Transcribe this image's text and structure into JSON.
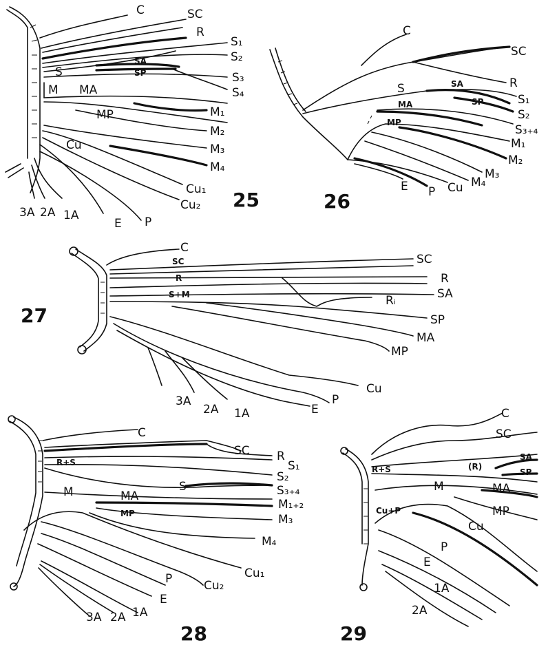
{
  "figures": [
    {
      "number": "25",
      "labels": [
        "C",
        "SC",
        "R",
        "S1",
        "S2",
        "SA",
        "SP",
        "S3",
        "S4",
        "S",
        "M",
        "MA",
        "MP",
        "M1",
        "M2",
        "M3",
        "M4",
        "Cu",
        "Cu1",
        "Cu2",
        "3A",
        "2A",
        "1A",
        "E",
        "P"
      ]
    },
    {
      "number": "26",
      "labels": [
        "C",
        "SC",
        "R",
        "S",
        "SA",
        "SP",
        "S1",
        "S2",
        "MA",
        "S3+4",
        "MP",
        "M1",
        "M2",
        "M3",
        "M4",
        "E",
        "P",
        "Cu"
      ]
    },
    {
      "number": "27",
      "labels": [
        "C",
        "SC",
        "SC",
        "R",
        "R",
        "S+M",
        "Ri",
        "SA",
        "SP",
        "MA",
        "MP",
        "Cu",
        "3A",
        "2A",
        "1A",
        "E",
        "P"
      ]
    },
    {
      "number": "28",
      "labels": [
        "C",
        "SC",
        "R+S",
        "R",
        "S1",
        "S",
        "S2",
        "S3+4",
        "M",
        "MA",
        "M1+2",
        "MP",
        "M3",
        "M4",
        "P",
        "E",
        "Cu2",
        "Cu1",
        "3A",
        "2A",
        "1A"
      ]
    },
    {
      "number": "29",
      "labels": [
        "C",
        "SC",
        "R+S",
        "(R)",
        "SA",
        "SP",
        "M",
        "MA",
        "MP",
        "Cu+P",
        "Cu",
        "P",
        "E",
        "1A",
        "2A"
      ]
    }
  ],
  "display": {
    "f25": {
      "C": "C",
      "SC": "SC",
      "R": "R",
      "S1": "S₁",
      "S2": "S₂",
      "SA": "SA",
      "SP": "SP",
      "S3": "S₃",
      "S4": "S₄",
      "S": "S",
      "M": "M",
      "MA": "MA",
      "MP": "MP",
      "M1": "M₁",
      "M2": "M₂",
      "M3": "M₃",
      "M4": "M₄",
      "Cu": "Cu",
      "Cu1": "Cu₁",
      "Cu2": "Cu₂",
      "A3": "3A",
      "A2": "2A",
      "A1": "1A",
      "E": "E",
      "P": "P",
      "num": "25"
    },
    "f26": {
      "C": "C",
      "SC": "SC",
      "R": "R",
      "S": "S",
      "SA": "SA",
      "SP": "SP",
      "S1": "S₁",
      "S2": "S₂",
      "MA": "MA",
      "S34": "S₃₊₄",
      "MP": "MP",
      "M1": "M₁",
      "M2": "M₂",
      "M3": "M₃",
      "M4": "M₄",
      "E": "E",
      "P": "P",
      "Cu": "Cu",
      "num": "26"
    },
    "f27": {
      "C": "C",
      "SCa": "SC",
      "SCb": "SC",
      "Ra": "R",
      "Rb": "R",
      "SM": "S+M",
      "Ri": "Rᵢ",
      "SA": "SA",
      "SP": "SP",
      "MA": "MA",
      "MP": "MP",
      "Cu": "Cu",
      "A3": "3A",
      "A2": "2A",
      "A1": "1A",
      "E": "E",
      "P": "P",
      "num": "27"
    },
    "f28": {
      "C": "C",
      "SC": "SC",
      "RS": "R+S",
      "R": "R",
      "S1": "S₁",
      "S": "S",
      "S2": "S₂",
      "S34": "S₃₊₄",
      "M": "M",
      "MA": "MA",
      "M12": "M₁₊₂",
      "MP": "MP",
      "M3": "M₃",
      "M4": "M₄",
      "P": "P",
      "E": "E",
      "Cu2": "Cu₂",
      "Cu1": "Cu₁",
      "A3": "3A",
      "A2": "2A",
      "A1": "1A",
      "num": "28"
    },
    "f29": {
      "C": "C",
      "SC": "SC",
      "RS": "R+S",
      "Rp": "(R)",
      "SA": "SA",
      "SP": "SP",
      "M": "M",
      "MA": "MA",
      "MP": "MP",
      "CuP": "Cu+P",
      "Cu": "Cu",
      "P": "P",
      "E": "E",
      "A1": "1A",
      "A2": "2A",
      "num": "29"
    }
  },
  "colors": {
    "ink": "#111111",
    "paper": "#ffffff"
  }
}
